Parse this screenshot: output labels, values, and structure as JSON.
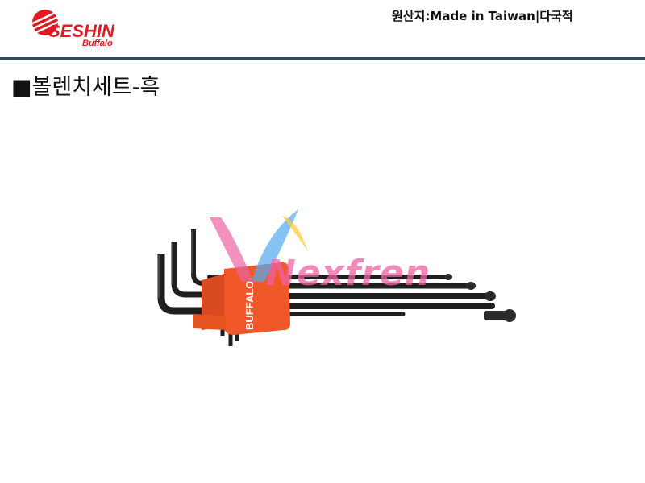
{
  "header": {
    "brand": "SESHIN",
    "sub_brand": "Buffalo",
    "origin": "원산지:Made in Taiwan|다국적"
  },
  "title": "■볼렌치세트-흑",
  "product": {
    "holder_label": "BUFFALO",
    "holder_color": "#f0582a",
    "wrench_color": "#1f1f1f"
  },
  "watermark": {
    "text": "Nexfren",
    "color": "#ec62a2"
  }
}
